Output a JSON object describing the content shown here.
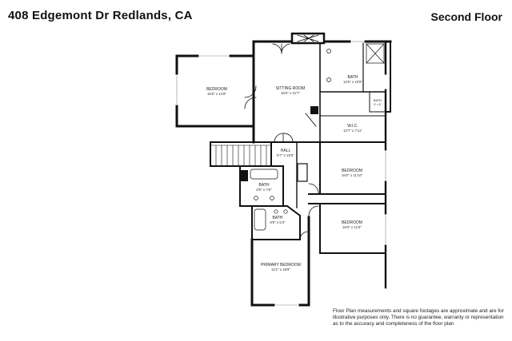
{
  "header": {
    "address": "408 Edgemont Dr Redlands, CA",
    "floor": "Second Floor"
  },
  "rooms": [
    {
      "key": "bedroom_nw",
      "name": "BEDROOM",
      "dims": "15'6\" x 14'8\""
    },
    {
      "key": "sitting",
      "name": "SITTING ROOM",
      "dims": "15'6\" x 21'7\""
    },
    {
      "key": "bath_ne",
      "name": "BATH",
      "dims": "12'6\" x 10'8\""
    },
    {
      "key": "bath_small",
      "name": "BATH",
      "dims": "6' x 6'"
    },
    {
      "key": "wic",
      "name": "W.I.C.",
      "dims": "13'7\" x 7'11\""
    },
    {
      "key": "hall",
      "name": "HALL",
      "dims": "8'7\" x 15'6\""
    },
    {
      "key": "bedroom_e1",
      "name": "BEDROOM",
      "dims": "16'0\" x 11'10\""
    },
    {
      "key": "bath_w",
      "name": "BATH",
      "dims": "8'5\" x 7'8\""
    },
    {
      "key": "bath_primary",
      "name": "BATH",
      "dims": "8'8\" x 5'3\""
    },
    {
      "key": "bedroom_e2",
      "name": "BEDROOM",
      "dims": "16'0\" x 11'5\""
    },
    {
      "key": "primary",
      "name": "PRIMARY BEDROOM",
      "dims": "12'1\" x 18'8\""
    }
  ],
  "disclaimer": {
    "lines": [
      "Floor Plan measurements and square footages are approximate and are for",
      "illustrative purposes only. There is no guarantee, warranty or representation",
      "as to the accuracy and completeness of the floor plan"
    ]
  }
}
